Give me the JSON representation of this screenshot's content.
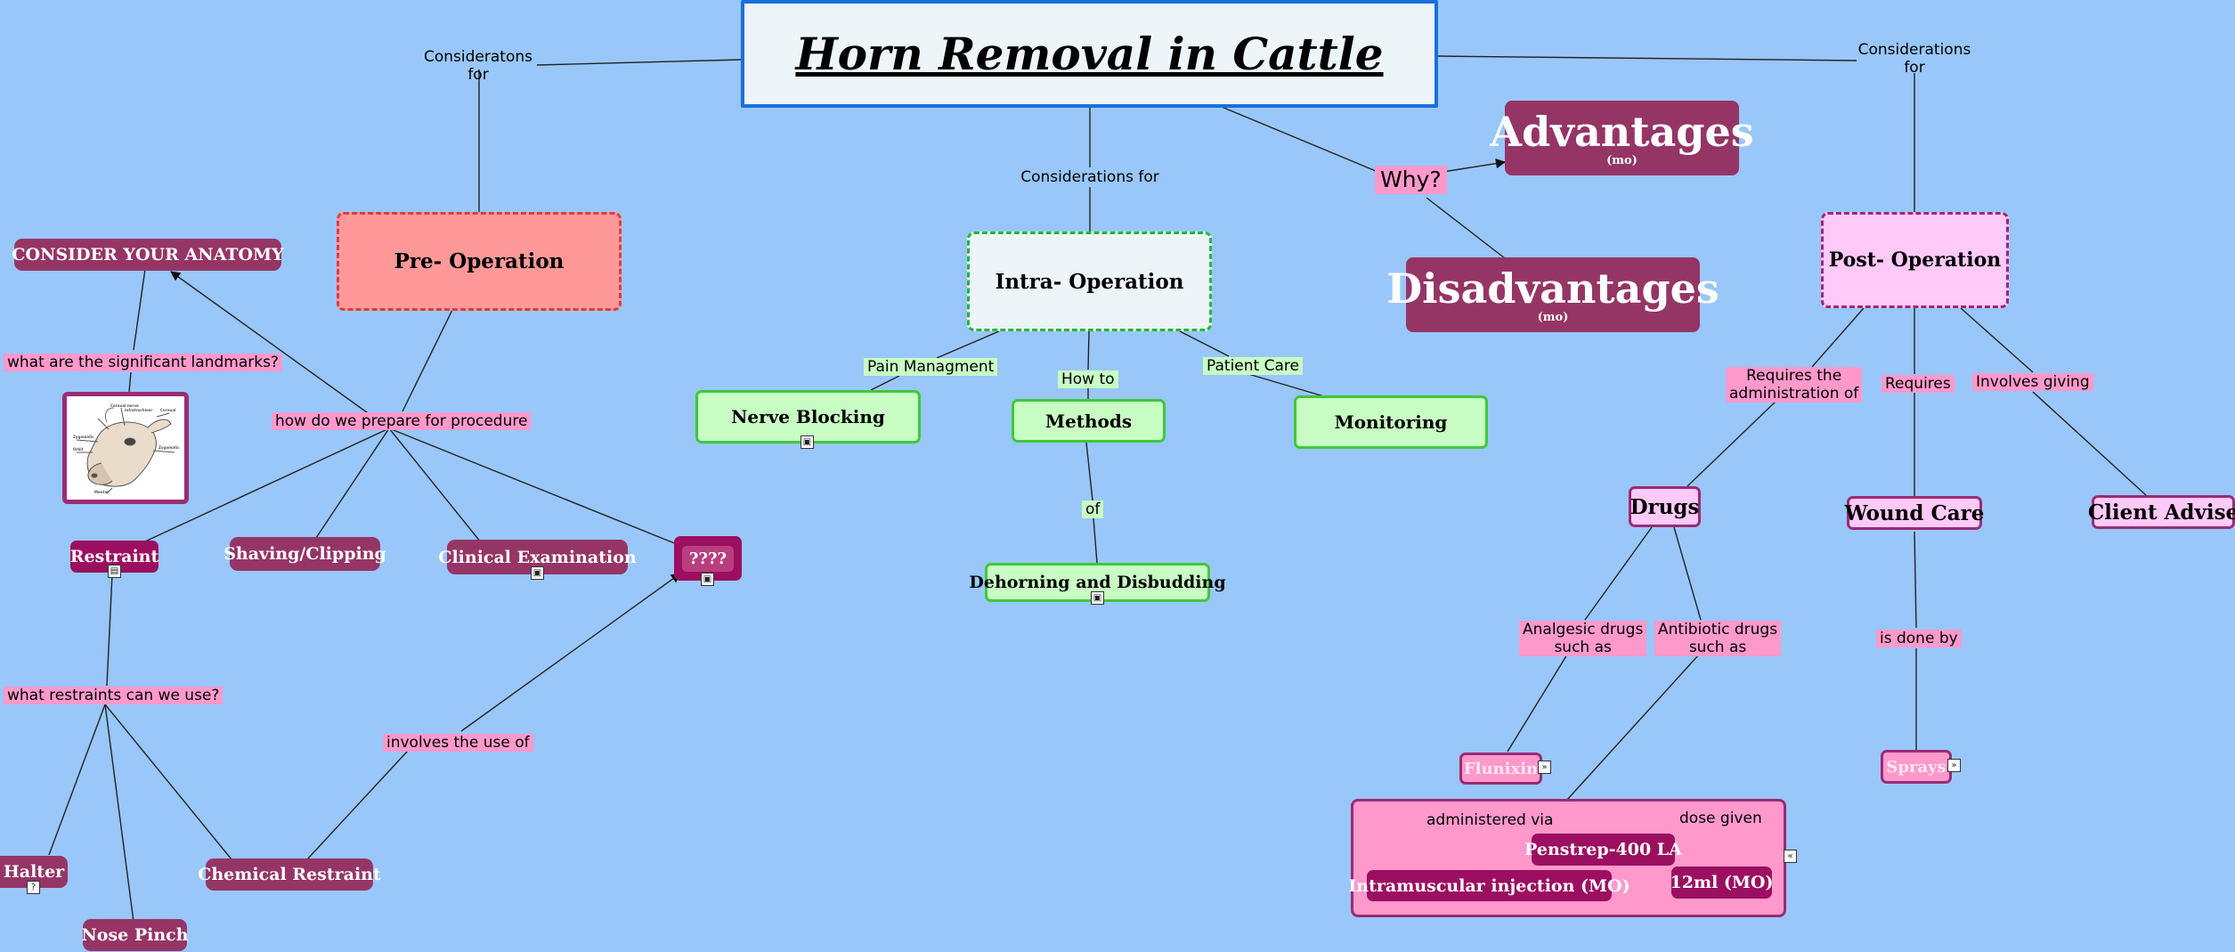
{
  "title": "Horn Removal in Cattle",
  "nodes": {
    "pre_operation": "Pre- Operation",
    "intra_operation": "Intra- Operation",
    "post_operation": "Post- Operation",
    "advantages": "Advantages",
    "advantages_sub": "(mo)",
    "disadvantages": "Disadvantages",
    "disadvantages_sub": "(mo)",
    "consider_anatomy": "CONSIDER YOUR ANATOMY",
    "restraint": "Restraint",
    "shaving": "Shaving/Clipping",
    "clinical_exam": "Clinical Examination",
    "unknown": "????",
    "halter": "Halter",
    "nose_pinch": "Nose Pinch",
    "chemical_restraint": "Chemical Restraint",
    "nerve_blocking": "Nerve Blocking",
    "methods": "Methods",
    "monitoring": "Monitoring",
    "dehorning": "Dehorning and Disbudding",
    "drugs": "Drugs",
    "wound_care": "Wound Care",
    "client_advise": "Client Advise",
    "flunixin": "Flunixin",
    "sprays": "Sprays",
    "penstrep": "Penstrep-400 LA",
    "im_injection": "Intramuscular injection (MO)",
    "dose": "12ml (MO)"
  },
  "labels": {
    "considerations_left": "Consideratons\nfor",
    "considerations_mid": "Considerations for",
    "considerations_right": "Considerations\nfor",
    "why": "Why?",
    "landmarks": "what are the significant landmarks?",
    "prepare": "how do we prepare for procedure",
    "restraints_use": "what restraints can we use?",
    "involves_use": "involves the use of",
    "pain_management": "Pain Managment",
    "how_to": "How to",
    "patient_care": "Patient Care",
    "of": "of",
    "requires_admin": "Requires the\nadministration of",
    "requires": "Requires",
    "involves_giving": "Involves giving",
    "analgesic": "Analgesic drugs\nsuch as",
    "antibiotic": "Antibiotic drugs\nsuch as",
    "done_by": "is done by",
    "administered_via": "administered via",
    "dose_given": "dose given"
  },
  "colors": {
    "background": "#99c7fa",
    "plum": "#953566",
    "plum_dark": "#9c0f60",
    "green_fill": "#c8fdc3",
    "green_border": "#3ec93b",
    "pre_op_fill": "#ff9999",
    "pre_op_border": "#e03c3c",
    "post_op_fill": "#ffc9f8",
    "title_border": "#1a6fdc",
    "label_pink": "#ff99cc"
  },
  "icons": {
    "anatomy_image": "cow-head-anatomy-illustration",
    "attachment": "attachment-icon",
    "expand": "expand-arrow-icon"
  }
}
